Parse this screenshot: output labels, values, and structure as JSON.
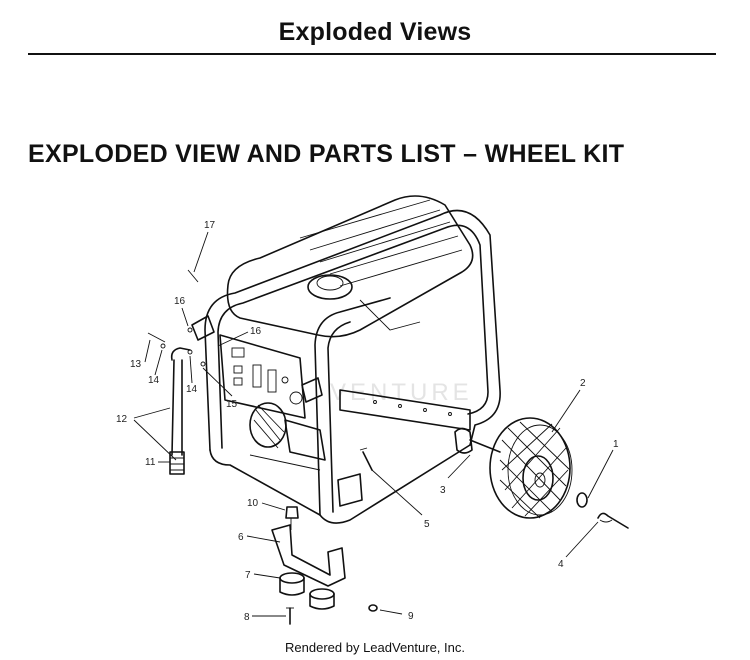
{
  "header": {
    "title": "Exploded Views"
  },
  "section": {
    "title": "EXPLODED VIEW AND PARTS LIST – WHEEL KIT"
  },
  "watermark": {
    "text": "VENTURE"
  },
  "callouts": {
    "c1": "1",
    "c2": "2",
    "c3": "3",
    "c4": "4",
    "c5": "5",
    "c6": "6",
    "c7": "7",
    "c8": "8",
    "c9": "9",
    "c10": "10",
    "c11": "11",
    "c12": "12",
    "c13": "13",
    "c14a": "14",
    "c14b": "14",
    "c15": "15",
    "c16a": "16",
    "c16b": "16",
    "c17": "17"
  },
  "footer": {
    "text": "Rendered by LeadVenture, Inc."
  }
}
